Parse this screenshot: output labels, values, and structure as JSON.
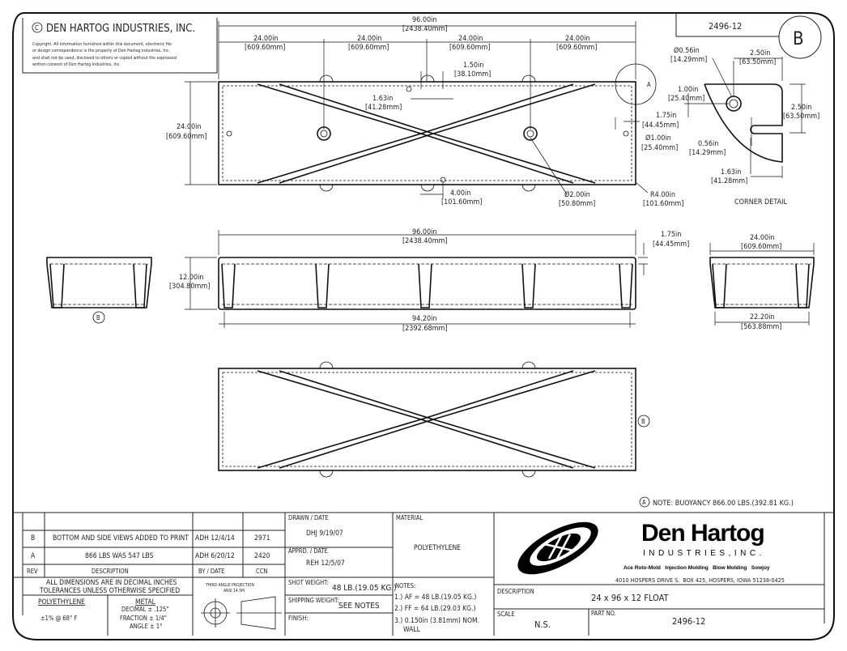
{
  "header": {
    "company_title": "DEN HARTOG INDUSTRIES, INC.",
    "copyright_lines": [
      "Copyright. All information furnished within this document, electronic file",
      "or design correspondence is the property of Den Hartog industries, Inc.",
      "and shall not be used, disclosed to others or copied without the expressed",
      "written consent of Den Hartog Industries, Inc."
    ],
    "part_no": "2496-12",
    "revision": "B"
  },
  "top_view": {
    "overall": [
      "96.00in",
      "[2438.40mm]"
    ],
    "segments": [
      [
        "24.00in",
        "[609.60mm]"
      ],
      [
        "24.00in",
        "[609.60mm]"
      ],
      [
        "24.00in",
        "[609.60mm]"
      ],
      [
        "24.00in",
        "[609.60mm]"
      ]
    ],
    "width": [
      "24.00in",
      "[609.60mm]"
    ],
    "slot_pitch": [
      "1.50in",
      "[38.10mm]"
    ],
    "slot_offset": [
      "1.63in",
      "[41.28mm]"
    ],
    "hole_offset": [
      "4.00in",
      "[101.60mm]"
    ],
    "center_hole": [
      "Ø2.00in",
      "[50.80mm]"
    ],
    "edge_offset": [
      "1.75in",
      "[44.45mm]"
    ],
    "small_hole": [
      "Ø1.00in",
      "[25.40mm]"
    ],
    "corner_radius": [
      "R4.00in",
      "[101.60mm]"
    ],
    "detail_marker": "A"
  },
  "corner_detail": {
    "hole_dia": [
      "Ø0.56in",
      "[14.29mm]"
    ],
    "width_top": [
      "2.50in",
      "[63.50mm]"
    ],
    "hole_offset": [
      "1.00in",
      "[25.40mm]"
    ],
    "height_right": [
      "2.50in",
      "[63.50mm]"
    ],
    "slot_width": [
      "0.56in",
      "[14.29mm]"
    ],
    "slot_len": [
      "1.63in",
      "[41.28mm]"
    ],
    "label": "CORNER DETAIL"
  },
  "side_view": {
    "overall": [
      "96.00in",
      "[2438.40mm]"
    ],
    "height": [
      "12.00in",
      "[304.80mm]"
    ],
    "lip": [
      "1.75in",
      "[44.45mm]"
    ],
    "bottom": [
      "94.20in",
      "[2392.68mm]"
    ]
  },
  "end_view": {
    "top": [
      "24.00in",
      "[609.60mm]"
    ],
    "bottom": [
      "22.20in",
      "[563.88mm]"
    ]
  },
  "markers": {
    "b": "B",
    "a": "A"
  },
  "note_a": "NOTE: BUOYANCY 866.00 LBS.(392.81 KG.)",
  "title_block": {
    "revisions": [
      {
        "rev": "B",
        "description": "BOTTOM AND SIDE VIEWS ADDED TO PRINT",
        "by_date": "ADH 12/4/14",
        "ccn": "2971"
      },
      {
        "rev": "A",
        "description": "866 LBS WAS 547 LBS",
        "by_date": "ADH 6/20/12",
        "ccn": "2420"
      }
    ],
    "rev_headers": {
      "rev": "REV",
      "description": "DESCRIPTION",
      "by_date": "BY / DATE",
      "ccn": "CCN"
    },
    "tolerance_lines": [
      "ALL DIMENSIONS ARE IN DECIMAL INCHES",
      "TOLERANCES UNLESS OTHERWISE SPECIFIED"
    ],
    "poly_label": "POLYETHYLENE",
    "poly_tol": "±1% @ 68° F",
    "metal_label": "METAL",
    "metal_tols": [
      "DECIMAL ± .125\"",
      "FRACTION ± 1/4\"",
      "ANGLE ± 1°"
    ],
    "projection": [
      "THIRD ANGLE PROJECTION",
      "ANSI 14.5M"
    ],
    "drawn_label": "DRAWN / DATE",
    "drawn": "DHJ 9/19/07",
    "approved_label": "APPRD. / DATE",
    "approved": "REH 12/5/07",
    "shot_weight_label": "SHOT WEIGHT:",
    "shot_weight": "48 LB.(19.05 KG.)",
    "shipping_weight_label": "SHIPPING WEIGHT:",
    "shipping_weight": "SEE NOTES",
    "finish_label": "FINISH:",
    "material_label": "MATERIAL",
    "material": "POLYETHYLENE",
    "notes_label": "NOTES:",
    "notes": [
      "1.) AF = 48 LB.(19.05 KG.)",
      "2.) FF = 64 LB.(29.03 KG.)",
      "3.) 0.150in (3.81mm) NOM.",
      "WALL"
    ],
    "logo_name": "Den Hartog",
    "logo_sub": "INDUSTRIES,INC.",
    "services": "Ace Roto-Mold   Injection Molding   Blow Molding   Sowjoy",
    "address": "4010 HOSPERS DRIVE S.  BOX 425, HOSPERS, IOWA 51238-0425",
    "description_label": "DESCRIPTION",
    "description": "24 x 96 x 12 FLOAT",
    "scale_label": "SCALE",
    "scale": "N.S.",
    "part_label": "PART NO.",
    "part_no": "2496-12"
  }
}
